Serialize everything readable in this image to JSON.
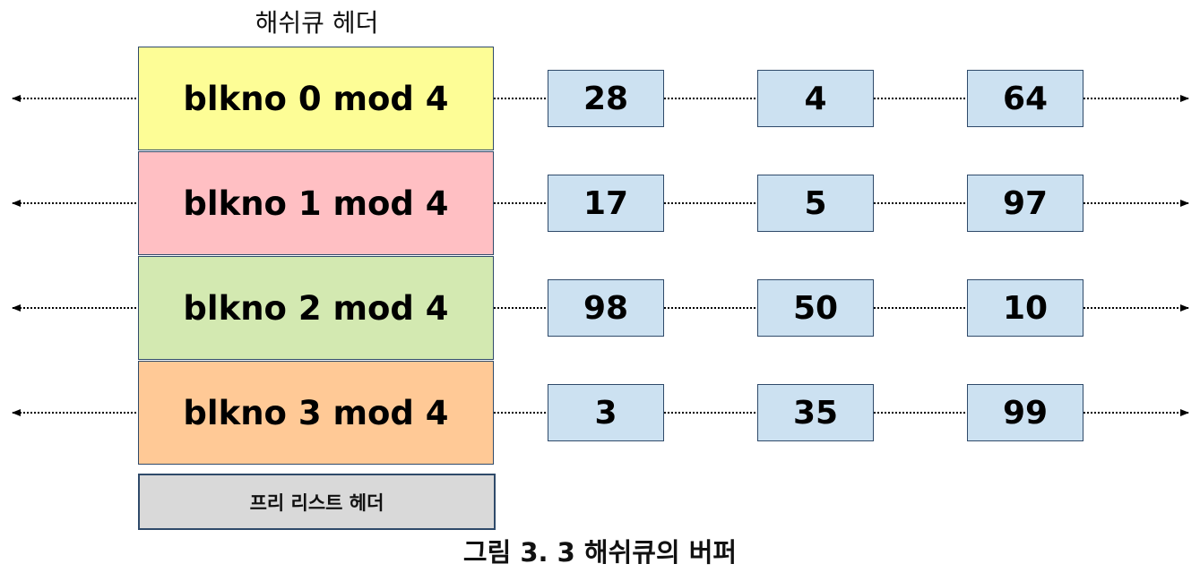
{
  "header": {
    "title": "해쉬큐 헤더"
  },
  "buckets": [
    {
      "label": "blkno 0 mod 4",
      "color": "#fdfd96",
      "nodes": [
        {
          "value": "28"
        },
        {
          "value": "4"
        },
        {
          "value": "64"
        }
      ]
    },
    {
      "label": "blkno 1 mod 4",
      "color": "#ffbfc3",
      "nodes": [
        {
          "value": "17"
        },
        {
          "value": "5"
        },
        {
          "value": "97"
        }
      ]
    },
    {
      "label": "blkno 2 mod 4",
      "color": "#d3e9b1",
      "nodes": [
        {
          "value": "98"
        },
        {
          "value": "50"
        },
        {
          "value": "10"
        }
      ]
    },
    {
      "label": "blkno 3 mod 4",
      "color": "#ffc996",
      "nodes": [
        {
          "value": "3"
        },
        {
          "value": "35"
        },
        {
          "value": "99"
        }
      ]
    }
  ],
  "node_color": "#cce1f1",
  "free_list": {
    "label": "프리 리스트 헤더",
    "color": "#d9d9d9"
  },
  "caption": "그림 3. 3 해쉬큐의 버퍼"
}
